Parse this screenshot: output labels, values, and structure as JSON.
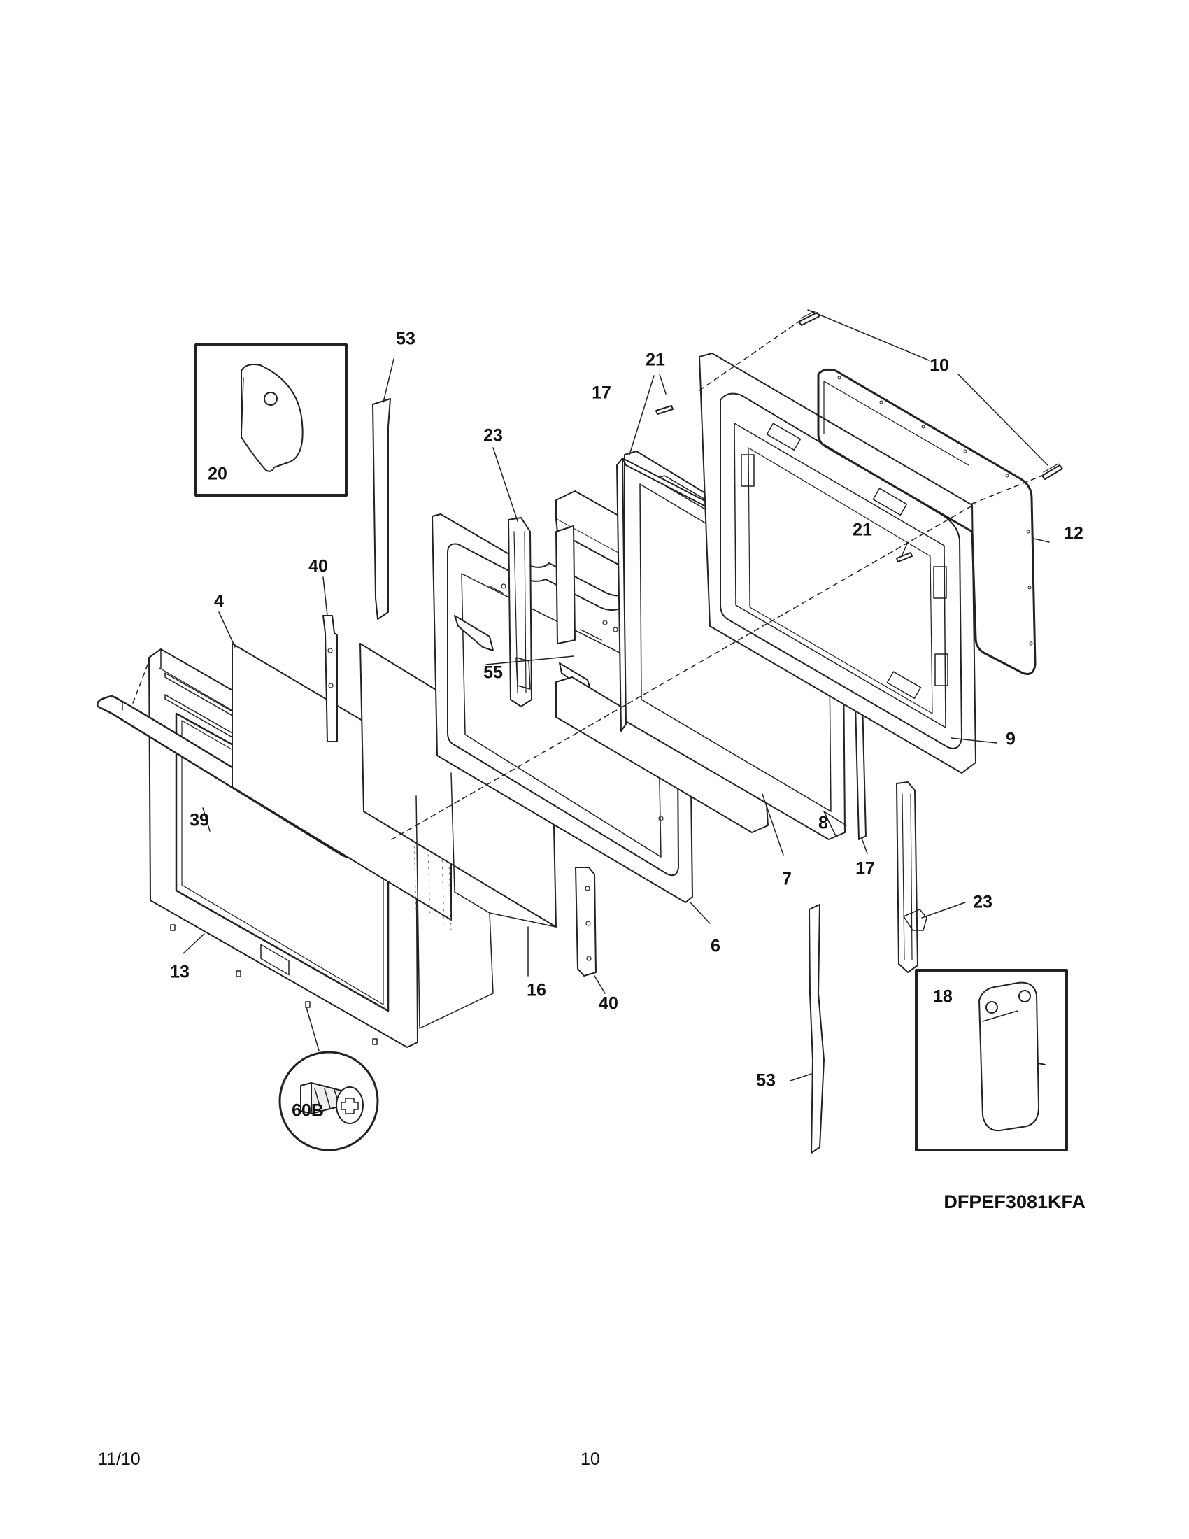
{
  "diagram": {
    "model_code": "DFPEF3081KFA",
    "footer": {
      "date_code": "11/10",
      "page_number": "10"
    },
    "callouts": {
      "part_4": "4",
      "part_6": "6",
      "part_7": "7",
      "part_8": "8",
      "part_9": "9",
      "part_10_upper": "10",
      "part_12": "12",
      "part_13": "13",
      "part_16": "16",
      "part_17_upper": "17",
      "part_17_lower": "17",
      "part_18": "18",
      "part_20": "20",
      "part_21_upper": "21",
      "part_21_lower": "21",
      "part_23_upper": "23",
      "part_23_lower": "23",
      "part_39": "39",
      "part_40_upper": "40",
      "part_40_lower": "40",
      "part_53_upper": "53",
      "part_53_lower": "53",
      "part_55": "55",
      "part_60b": "60B"
    },
    "colors": {
      "line": "#222222",
      "fill": "#ffffff",
      "shade": "#e8e8e8"
    }
  }
}
